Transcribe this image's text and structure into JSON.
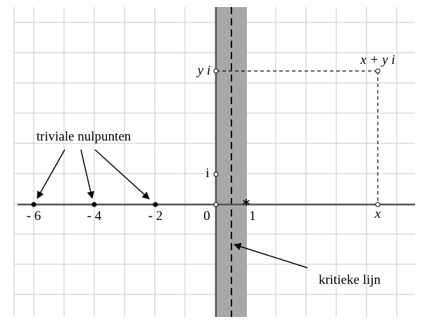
{
  "diagram": {
    "labels": {
      "trivial_zeros": "triviale nulpunten",
      "critical_line": "kritieke lijn",
      "origin": "0",
      "one": "1",
      "i": "i",
      "yi": "y i",
      "x": "x",
      "x_plus_yi": "x + y i"
    },
    "tick_labels": [
      "- 6",
      "- 4",
      "- 2"
    ],
    "trivial_zero_values": [
      -6,
      -4,
      -2
    ],
    "pole_value": 1,
    "critical_strip": [
      0,
      1
    ],
    "critical_line_re": 0.5,
    "colors": {
      "grid": "#c8c8c8",
      "axis": "#555555",
      "strip": "#a8a8a8",
      "ink": "#000000"
    }
  }
}
